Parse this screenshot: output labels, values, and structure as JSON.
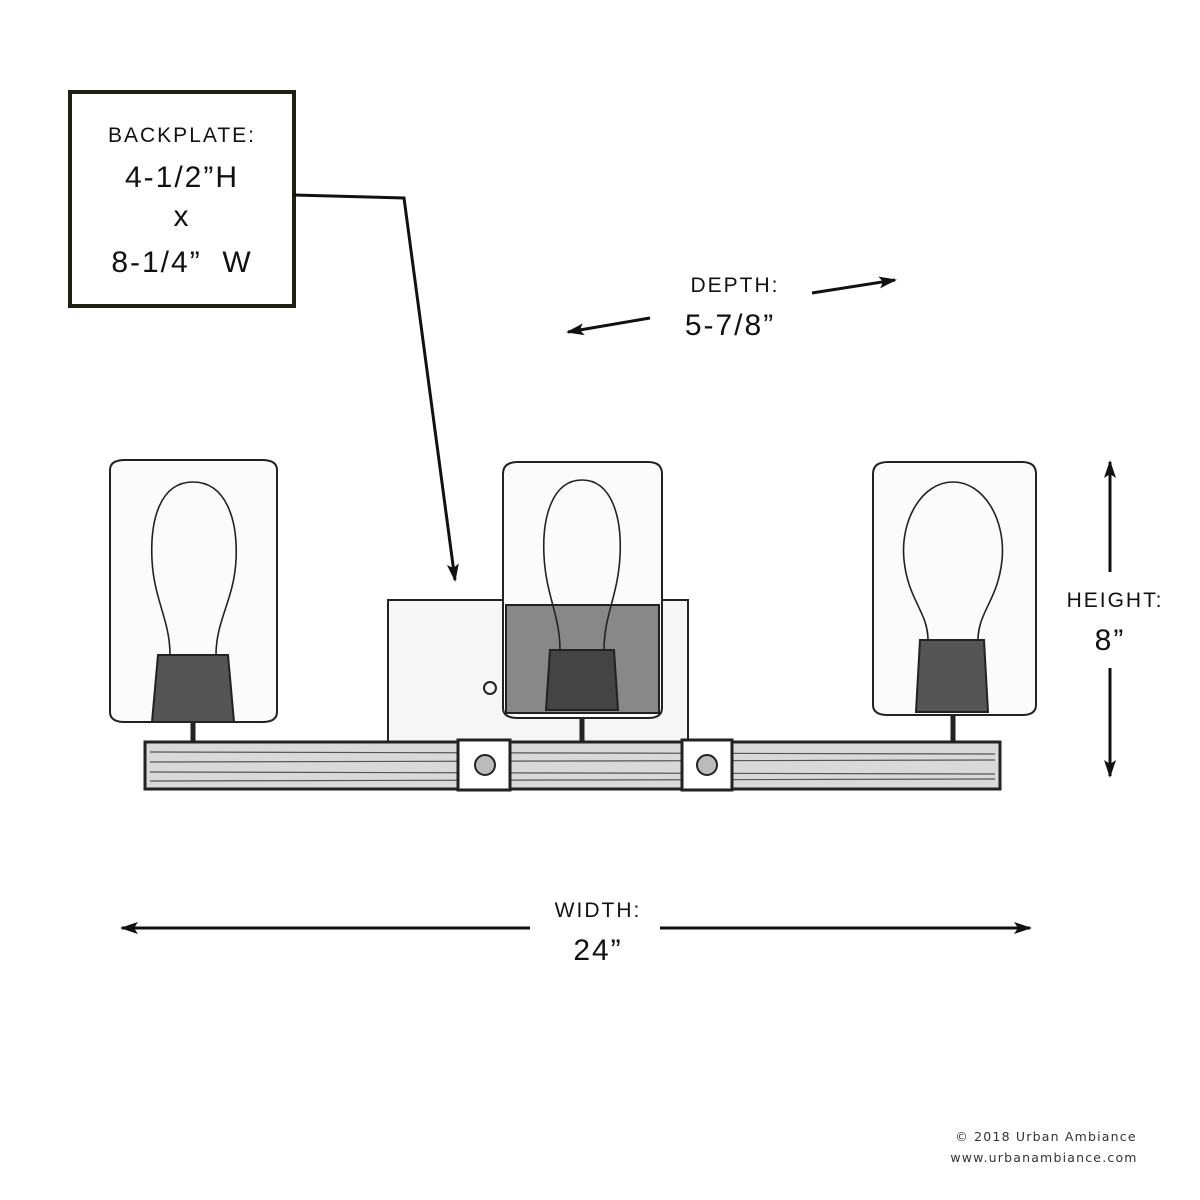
{
  "backplate": {
    "label": "BACKPLATE:",
    "height": "4-1/2”H",
    "times": "x",
    "width": "8-1/4”  W"
  },
  "depth": {
    "label": "DEPTH:",
    "value": "5-7/8”"
  },
  "height": {
    "label": "HEIGHT:",
    "value": "8”"
  },
  "width": {
    "label": "WIDTH:",
    "value": "24”"
  },
  "credit": {
    "copyright": "© 2018 Urban Ambiance",
    "website": "www.urbanambiance.com"
  },
  "colors": {
    "ink": "#111111",
    "box_border": "#1f1f14",
    "background": "#ffffff"
  }
}
